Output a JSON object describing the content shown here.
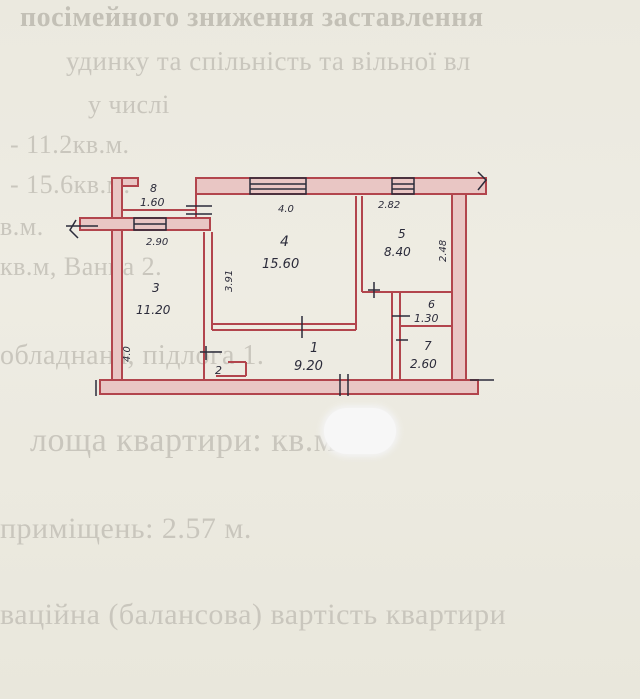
{
  "background_text": [
    "посімейного  зниження  заставлення",
    "удинку  та  спільність  та  вільної  вл",
    "у числі",
    "- 11.2кв.м.",
    "- 15.6кв.м.",
    "в.м.",
    "кв.м, Ванна 2.",
    "обладнана, підлога 1.",
    "лоща квартири:          кв.м.",
    "приміщень: 2.57 м.",
    "ваційна (балансова) вартість квартири"
  ],
  "floor_plan": {
    "rooms": [
      {
        "number": "1",
        "area": "9.20"
      },
      {
        "number": "2",
        "area": ""
      },
      {
        "number": "3",
        "area": "11.20"
      },
      {
        "number": "4",
        "area": "15.60"
      },
      {
        "number": "5",
        "area": "8.40"
      },
      {
        "number": "6",
        "area": "1.30"
      },
      {
        "number": "7",
        "area": "2.60"
      },
      {
        "number": "8",
        "area": "1.60"
      }
    ],
    "dimensions": [
      "4.0",
      "2.82",
      "2.90",
      "3.91",
      "2.48",
      "4.0"
    ]
  },
  "colors": {
    "ink": "#2b2b3a",
    "wall_red": "#b2454d",
    "wall_fill": "#e9c6c4",
    "paper": "#ecebe1",
    "faded_text": "#c9c6bd"
  }
}
